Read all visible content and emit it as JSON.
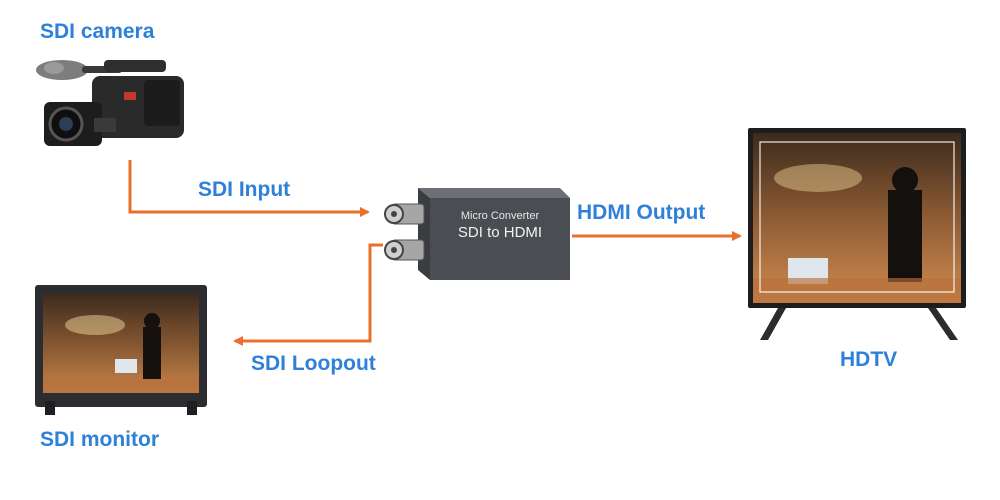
{
  "labels": {
    "camera": "SDI camera",
    "input": "SDI Input",
    "loopout": "SDI Loopout",
    "monitor": "SDI monitor",
    "output": "HDMI Output",
    "hdtv": "HDTV"
  },
  "converter": {
    "line1": "Micro Converter",
    "line2": "SDI to HDMI"
  },
  "colors": {
    "label": "#2f80d9",
    "arrow": "#e8702a",
    "converter_body": "#4a4d52"
  },
  "icons": {
    "camera": "video-camera-icon",
    "converter": "converter-box-icon",
    "monitor": "monitor-icon",
    "tv": "tv-icon"
  }
}
